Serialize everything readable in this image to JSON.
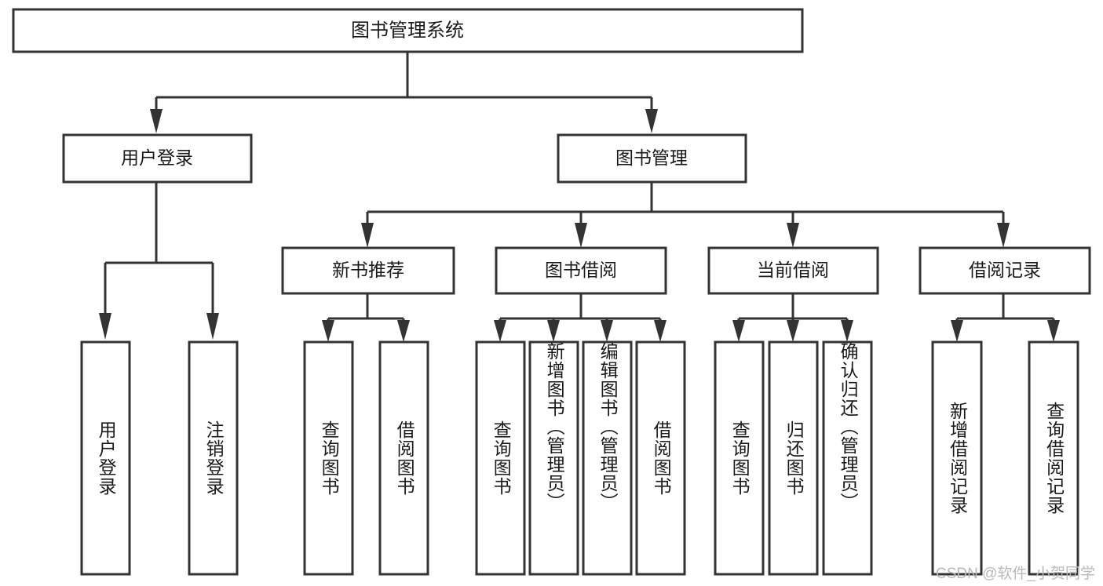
{
  "diagram": {
    "title": "图书管理系统",
    "type": "tree",
    "watermark": "CSDN @软件_小贺同学",
    "colors": {
      "stroke": "#333333",
      "fill": "#ffffff",
      "text": "#1a1a1a",
      "watermark": "#b9b9b9"
    },
    "root": {
      "label": "图书管理系统"
    },
    "level1": [
      {
        "label": "用户登录"
      },
      {
        "label": "图书管理"
      }
    ],
    "level2": [
      {
        "label": "新书推荐"
      },
      {
        "label": "图书借阅"
      },
      {
        "label": "当前借阅"
      },
      {
        "label": "借阅记录"
      }
    ],
    "leaves": {
      "user_login": [
        {
          "label": "用户登录"
        },
        {
          "label": "注销登录"
        }
      ],
      "new_book_recommend": [
        {
          "label": "查询图书"
        },
        {
          "label": "借阅图书"
        }
      ],
      "book_borrow": [
        {
          "label": "查询图书"
        },
        {
          "label": "新增图书（管理员）"
        },
        {
          "label": "编辑图书（管理员）"
        },
        {
          "label": "借阅图书"
        }
      ],
      "current_borrow": [
        {
          "label": "查询图书"
        },
        {
          "label": "归还图书"
        },
        {
          "label": "确认归还（管理员）"
        }
      ],
      "borrow_record": [
        {
          "label": "新增借阅记录"
        },
        {
          "label": "查询借阅记录"
        }
      ]
    }
  }
}
